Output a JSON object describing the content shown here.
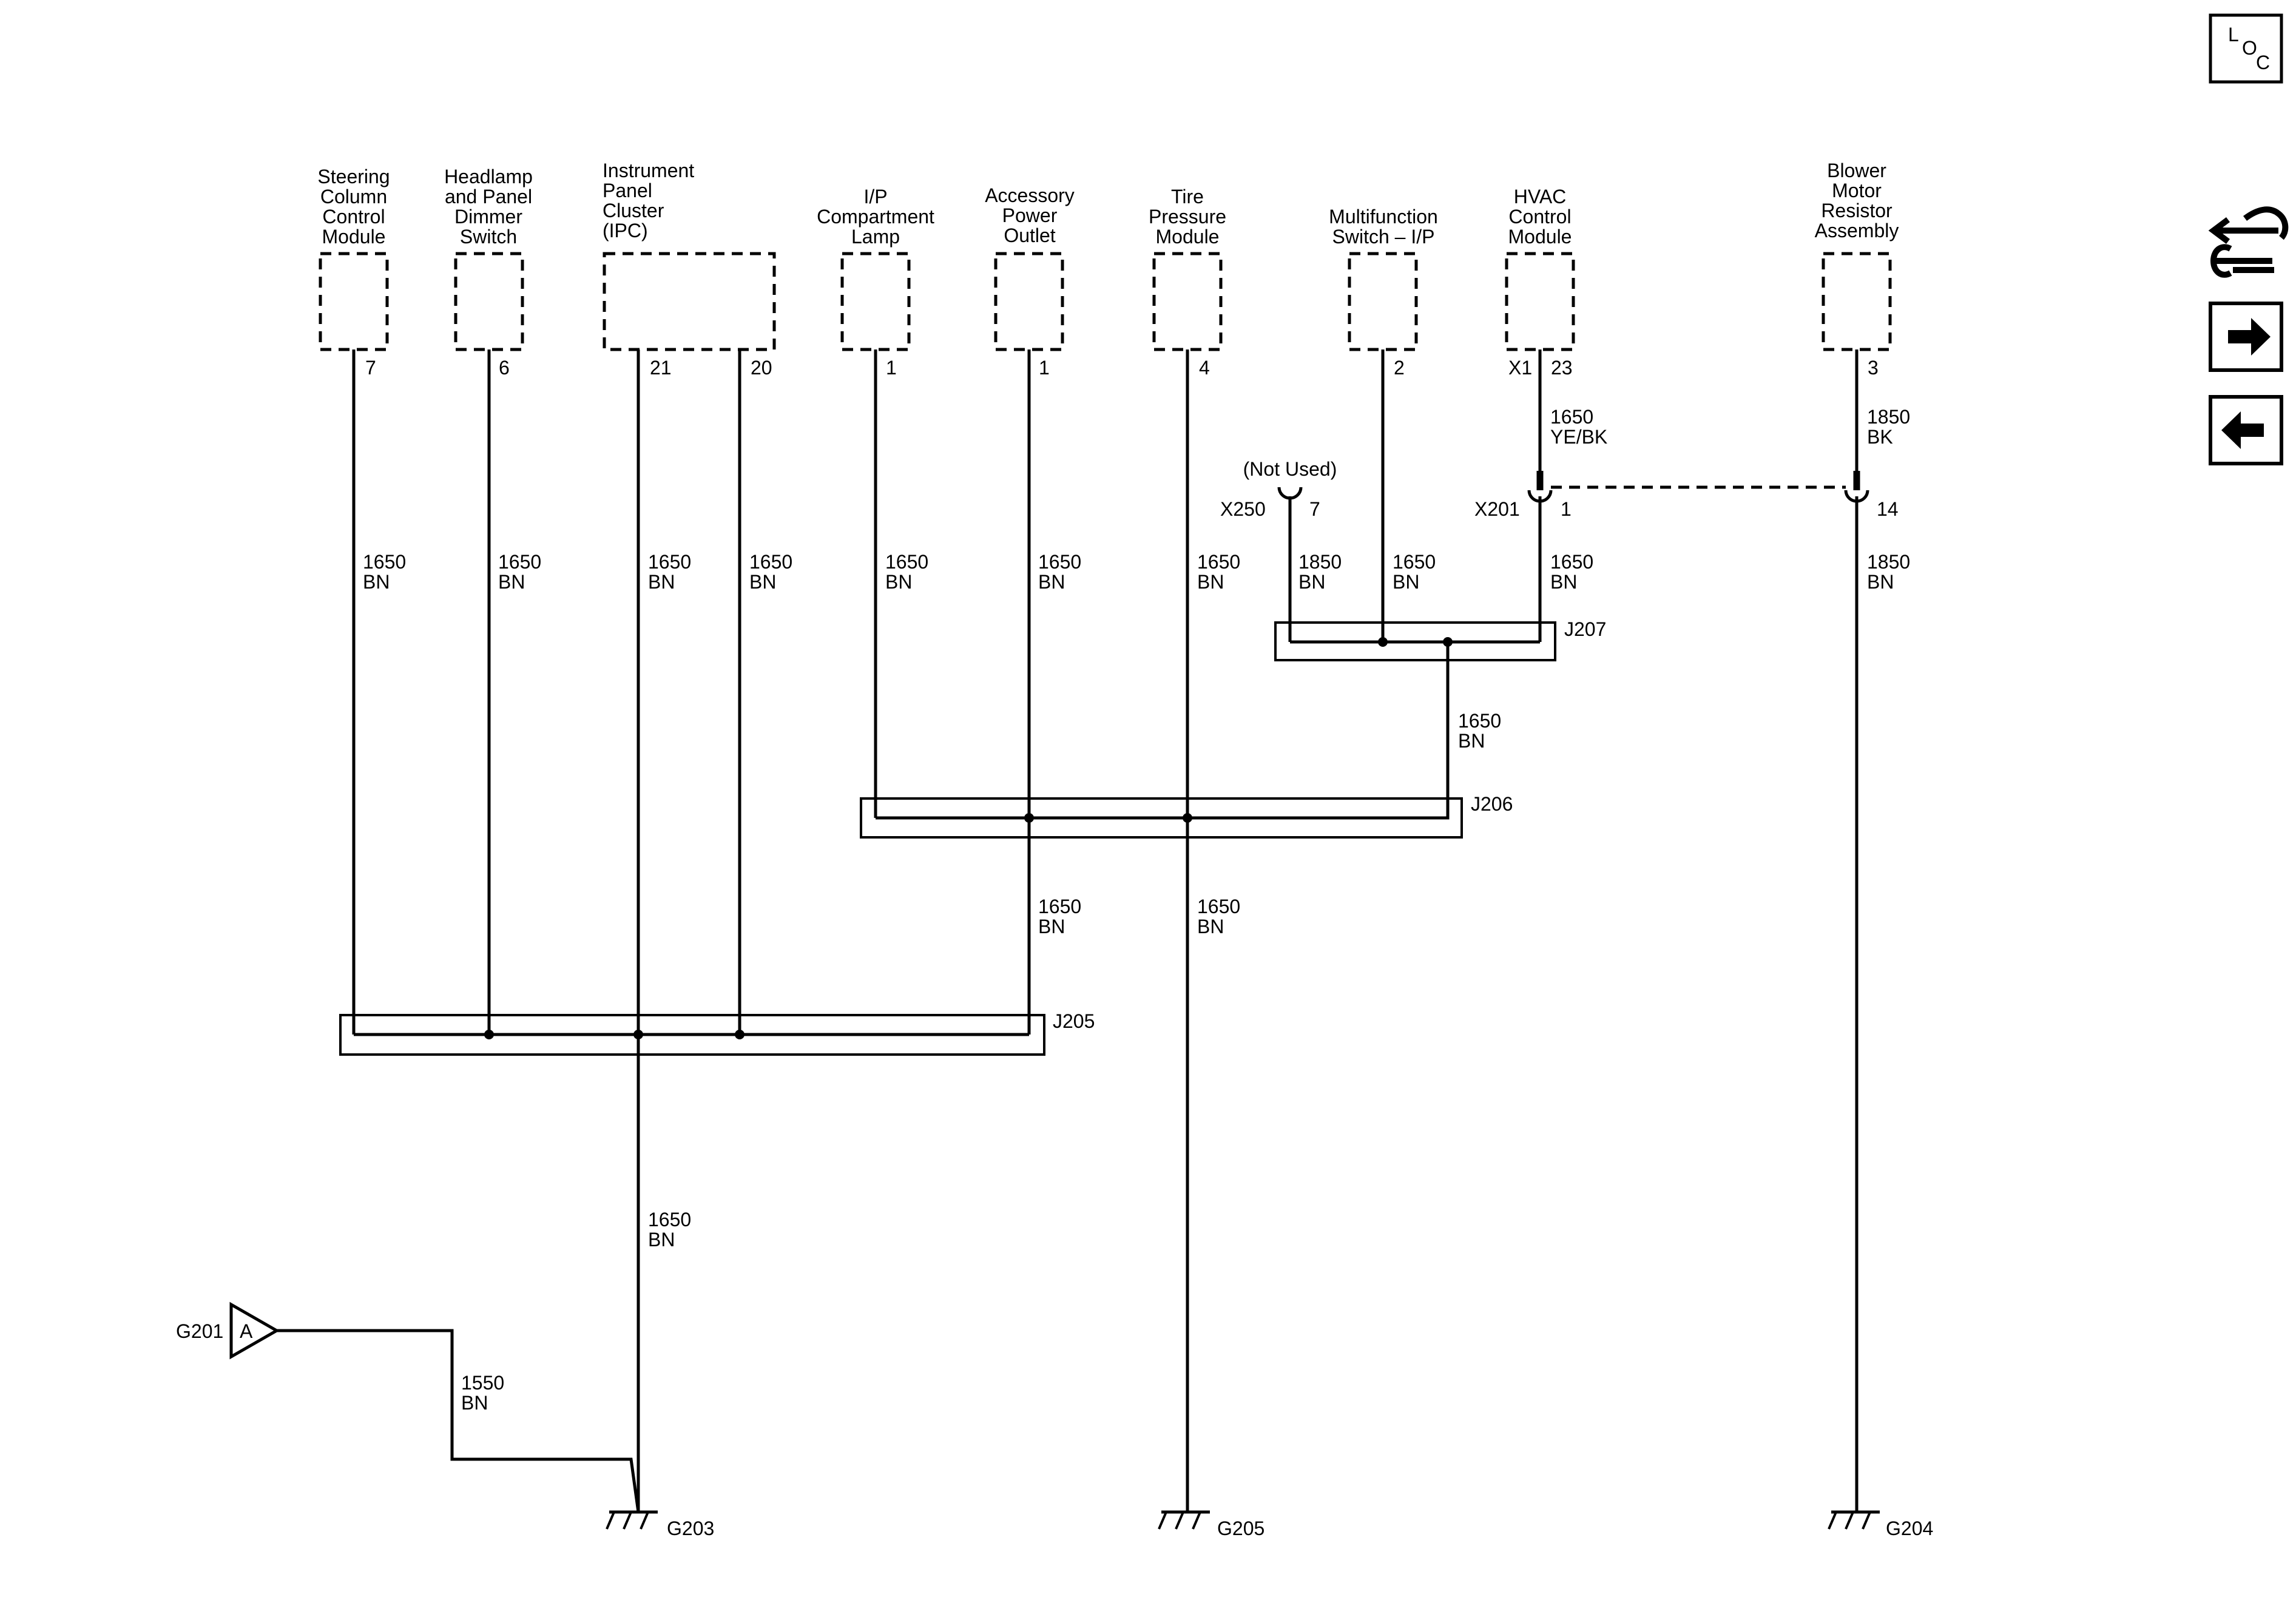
{
  "components": {
    "steering": [
      "Steering",
      "Column",
      "Control",
      "Module"
    ],
    "headlamp": [
      "Headlamp",
      "and Panel",
      "Dimmer",
      "Switch"
    ],
    "ipc": [
      "Instrument",
      "Panel",
      "Cluster",
      "(IPC)"
    ],
    "ip_lamp": [
      "I/P",
      "Compartment",
      "Lamp"
    ],
    "outlet": [
      "Accessory",
      "Power",
      "Outlet"
    ],
    "tire": [
      "Tire",
      "Pressure",
      "Module"
    ],
    "multifunction": [
      "Multifunction",
      "Switch – I/P"
    ],
    "hvac": [
      "HVAC",
      "Control",
      "Module"
    ],
    "blower": [
      "Blower",
      "Motor",
      "Resistor",
      "Assembly"
    ]
  },
  "pins": {
    "steering": "7",
    "headlamp": "6",
    "ipc_a": "21",
    "ipc_b": "20",
    "ip_lamp": "1",
    "outlet": "1",
    "tire": "4",
    "multifunction": "2",
    "hvac_conn": "X1",
    "hvac_pin": "23",
    "blower": "3"
  },
  "inline_connectors": {
    "x250_name": "X250",
    "x250_pin": "7",
    "x250_note": "(Not Used)",
    "x201_name": "X201",
    "x201_pin_hvac": "1",
    "x201_pin_blower": "14"
  },
  "wires": {
    "steering": [
      "1650",
      "BN"
    ],
    "headlamp": [
      "1650",
      "BN"
    ],
    "ipc_a": [
      "1650",
      "BN"
    ],
    "ipc_b": [
      "1650",
      "BN"
    ],
    "ip_lamp": [
      "1650",
      "BN"
    ],
    "outlet": [
      "1650",
      "BN"
    ],
    "tire": [
      "1650",
      "BN"
    ],
    "x250": [
      "1850",
      "BN"
    ],
    "multifunction": [
      "1650",
      "BN"
    ],
    "x201_lower": [
      "1650",
      "BN"
    ],
    "hvac_upper": [
      "1650",
      "YE/BK"
    ],
    "blower_upper": [
      "1850",
      "BK"
    ],
    "blower_lower": [
      "1850",
      "BN"
    ],
    "j207_out": [
      "1650",
      "BN"
    ],
    "j206_out": [
      "1650",
      "BN"
    ],
    "tire_lower": [
      "1650",
      "BN"
    ],
    "j205_out": [
      "1650",
      "BN"
    ],
    "g201": [
      "1550",
      "BN"
    ]
  },
  "splices": {
    "j205": "J205",
    "j206": "J206",
    "j207": "J207"
  },
  "grounds": {
    "g203": "G203",
    "g205": "G205",
    "g204": "G204",
    "g201": "G201",
    "g201_letter": "A"
  },
  "nav": {
    "loc_letters": [
      "L",
      "O",
      "C"
    ],
    "loc_icon": "location-icon",
    "service_icon": "service-wrench-icon",
    "next_icon": "arrow-right-icon",
    "prev_icon": "arrow-left-icon"
  }
}
